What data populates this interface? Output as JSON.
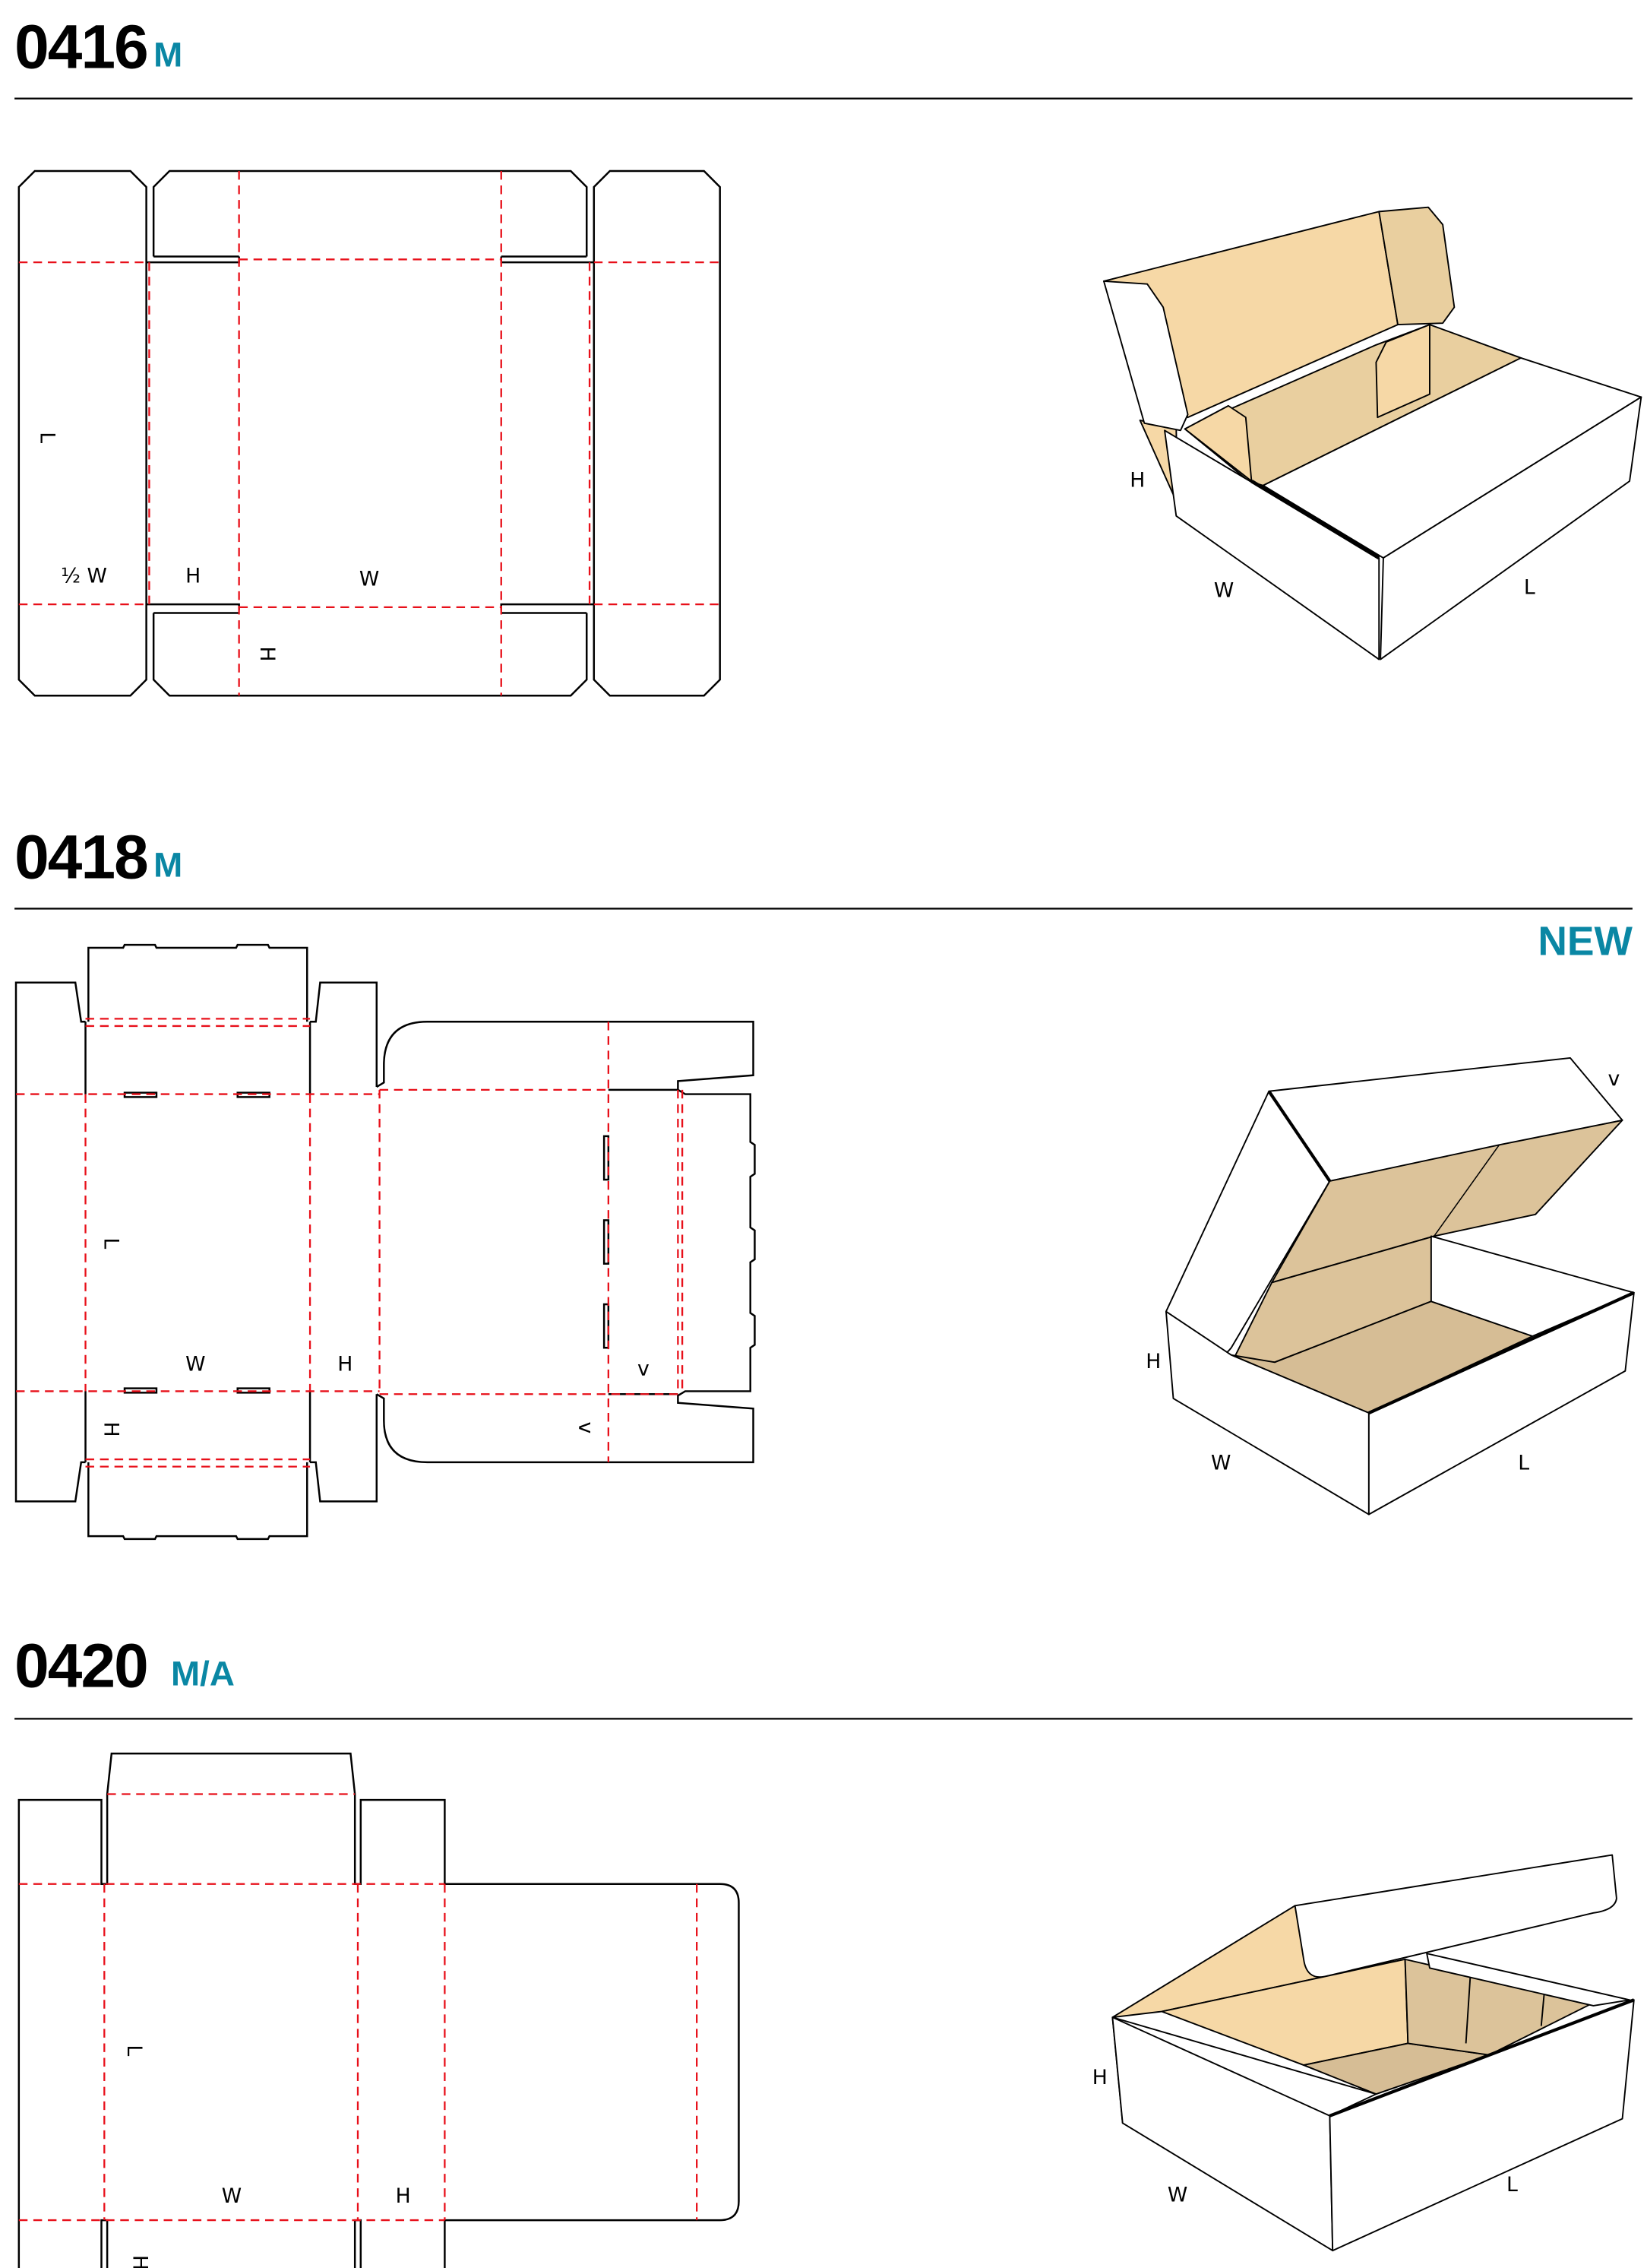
{
  "sections": [
    {
      "code": "0416",
      "suffix": "M",
      "dieline_labels": {
        "half_w": "½ W",
        "h": "H",
        "w": "W",
        "l": "L",
        "h_rot": "H"
      },
      "box_labels": {
        "h": "H",
        "w": "W",
        "l": "L"
      }
    },
    {
      "code": "0418",
      "suffix": "M",
      "badge": "NEW",
      "dieline_labels": {
        "l": "L",
        "w": "W",
        "h": "H",
        "h_rot": "H",
        "v": "v",
        "v_rot": "v"
      },
      "box_labels": {
        "h": "H",
        "w": "W",
        "l": "L",
        "v": "v"
      }
    },
    {
      "code": "0420",
      "suffix": "M/A",
      "dieline_labels": {
        "l": "L",
        "w": "W",
        "h": "H",
        "h_rot": "H"
      },
      "box_labels": {
        "h": "H",
        "w": "W",
        "l": "L"
      }
    }
  ],
  "colors": {
    "accent": "#0a87a4",
    "crease": "#e8101a",
    "board_inside": "#f6d8a6"
  }
}
